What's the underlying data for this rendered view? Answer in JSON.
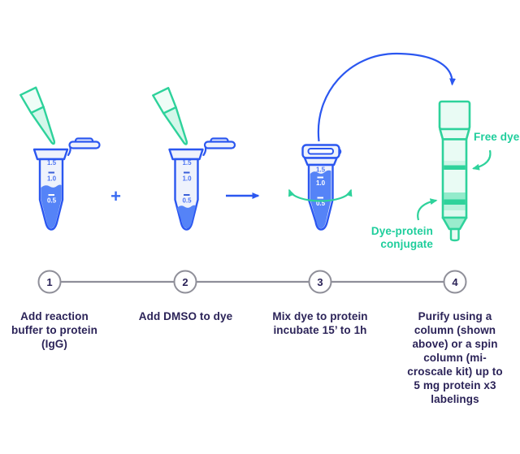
{
  "diagram": {
    "plus_sign": "+",
    "tube_marks": {
      "v1_5": "1.5",
      "v1_0": "1.0",
      "v0_5": "0.5"
    },
    "annotations": {
      "free_dye": "Free dye",
      "dye_protein_conjugate": "Dye-protein\nconjugate"
    },
    "colors": {
      "blue_outline": "#2B57F0",
      "blue_liquid": "#5583F7",
      "tube_fill": "#EEF2FC",
      "green": "#2ED29B",
      "green_light_fill": "#E9FBF4",
      "navy_text": "#2B2358",
      "gray_line": "#8F8F99",
      "green_label_text": "#1FCE9C"
    }
  },
  "steps": [
    {
      "number": "1",
      "description": "Add reaction\nbuffer to protein\n(IgG)"
    },
    {
      "number": "2",
      "description": "Add DMSO to dye"
    },
    {
      "number": "3",
      "description": "Mix dye to protein\nincubate 15’ to 1h"
    },
    {
      "number": "4",
      "description": "Purify using a\ncolumn (shown\nabove) or a spin\ncolumn (mi-\ncroscale kit) up to\n5 mg protein x3\nlabelings"
    }
  ]
}
